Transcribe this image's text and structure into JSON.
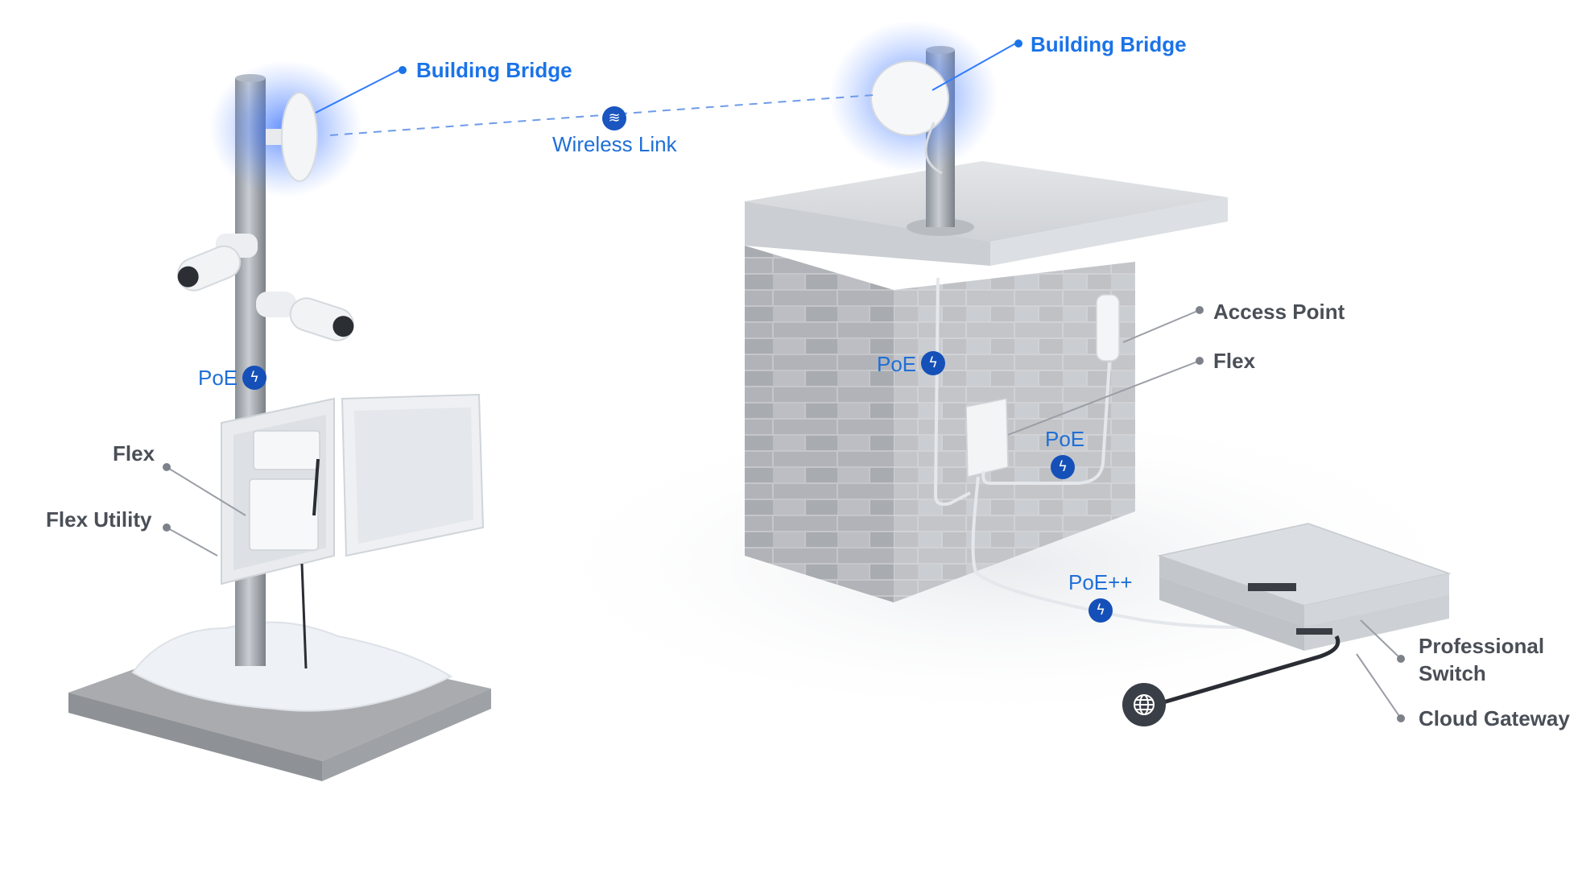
{
  "labels": {
    "building_bridge_left": "Building Bridge",
    "building_bridge_right": "Building Bridge",
    "wireless_link": "Wireless Link",
    "poe_pole": "PoE",
    "flex_left": "Flex",
    "flex_utility": "Flex Utility",
    "poe_wall": "PoE",
    "access_point": "Access Point",
    "flex_right": "Flex",
    "poe_flex": "PoE",
    "poe_plus": "PoE++",
    "pro_switch_line1": "Professional",
    "pro_switch_line2": "Switch",
    "cloud_gateway": "Cloud Gateway"
  },
  "icons": {
    "wireless": "wireless-link-icon",
    "poe": "lightning-bolt-icon",
    "internet": "globe-icon"
  },
  "colors": {
    "label_blue": "#1a73e8",
    "label_gray": "#4a4f57",
    "badge_blue": "#1550b8",
    "glow_blue": "#2f6bff"
  }
}
